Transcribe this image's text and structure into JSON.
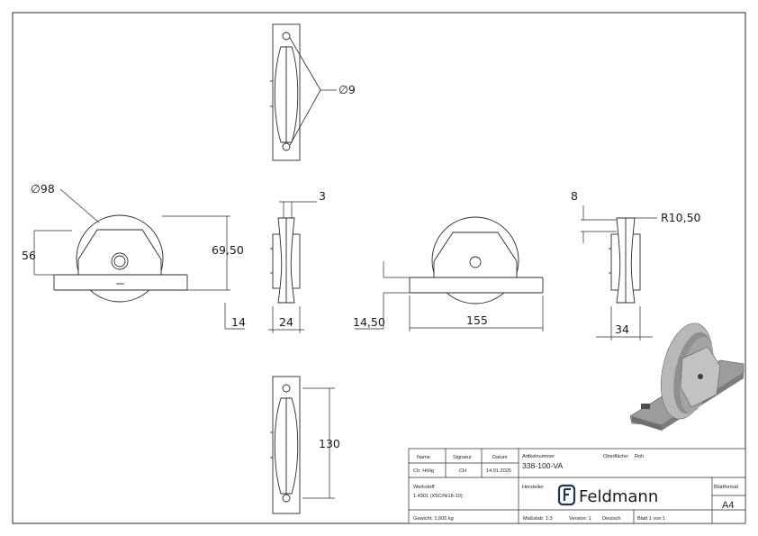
{
  "dimensions": {
    "hole_dia": "∅9",
    "wheel_dia": "∅98",
    "height_56": "56",
    "height_69_50": "69,50",
    "offset_14": "14",
    "groove_3": "3",
    "width_24": "24",
    "offset_14_50": "14,50",
    "length_155": "155",
    "top_8": "8",
    "radius": "R10,50",
    "width_34": "34",
    "hole_distance": "130"
  },
  "title_block": {
    "name_label": "Name",
    "signature_label": "Signatur",
    "date_label": "Datum",
    "name_value": "Ch. Hölig",
    "signature_value": "CH",
    "date_value": "14.01.2025",
    "article_label": "Artikelnummer",
    "article_value": "338-100-VA",
    "surface_label": "Oberfläche:",
    "surface_value": "Roh",
    "material_label": "Werkstoff:",
    "material_value": "1.4301 (X5CrNi18-10)",
    "manufacturer_label": "Hersteller",
    "brand_name": "Feldmann",
    "sheet_format_label": "Blattformat",
    "sheet_format_value": "A4",
    "weight": "Gewicht: 1,605 kg",
    "scale": "Maßstab: 1:3",
    "version": "Version: 1",
    "language": "Deutsch",
    "sheet_number": "Blatt 1 von 1"
  },
  "colors": {
    "line": "#2a2a2a",
    "part_fill": "#ffffff",
    "iso_light": "#b8b8b8",
    "iso_mid": "#8f8f8f",
    "iso_dark": "#5f5f5f",
    "brand_navy": "#1f3552"
  }
}
